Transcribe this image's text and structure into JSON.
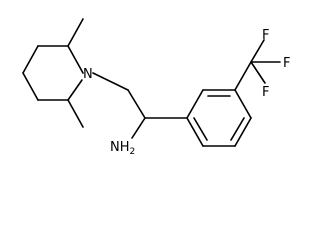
{
  "molecule": {
    "atom_labels": {
      "nitrogen": "N",
      "amine": "NH",
      "amine_subscript": "2",
      "fluorine_top": "F",
      "fluorine_right": "F",
      "fluorine_lower": "F"
    }
  }
}
